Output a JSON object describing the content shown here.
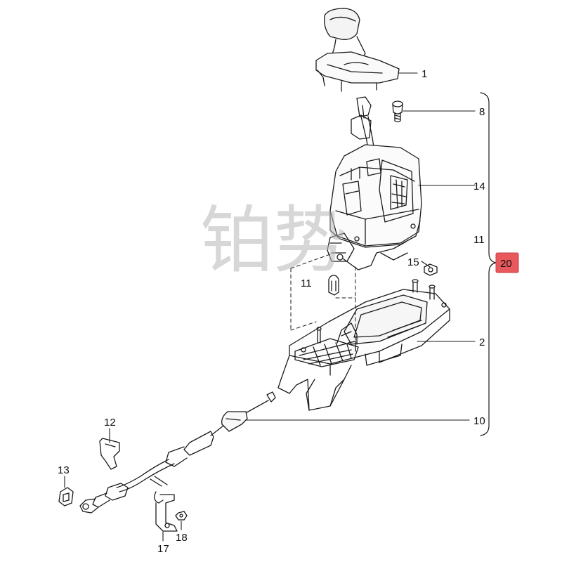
{
  "watermark": "铂势",
  "highlight_color": "#e8585c",
  "callouts": {
    "c1": "1",
    "c8": "8",
    "c14": "14",
    "c11_right": "11",
    "c15": "15",
    "c11_left": "11",
    "c2": "2",
    "c10": "10",
    "c12": "12",
    "c13": "13",
    "c17": "17",
    "c18": "18",
    "c20": "20"
  },
  "parts": [
    {
      "id": "gear-knob-with-boot",
      "callout": "1"
    },
    {
      "id": "bolt",
      "callout": "8"
    },
    {
      "id": "selector-mechanism",
      "callout": "14"
    },
    {
      "id": "spring-clip",
      "callout": "11"
    },
    {
      "id": "nut",
      "callout": "15"
    },
    {
      "id": "housing-bracket",
      "callout": "2"
    },
    {
      "id": "selector-cable",
      "callout": "10"
    },
    {
      "id": "clip",
      "callout": "12"
    },
    {
      "id": "securing-clip",
      "callout": "13"
    },
    {
      "id": "cable-bracket",
      "callout": "17"
    },
    {
      "id": "bracket-nut",
      "callout": "18"
    },
    {
      "id": "assembly",
      "callout": "20"
    }
  ]
}
